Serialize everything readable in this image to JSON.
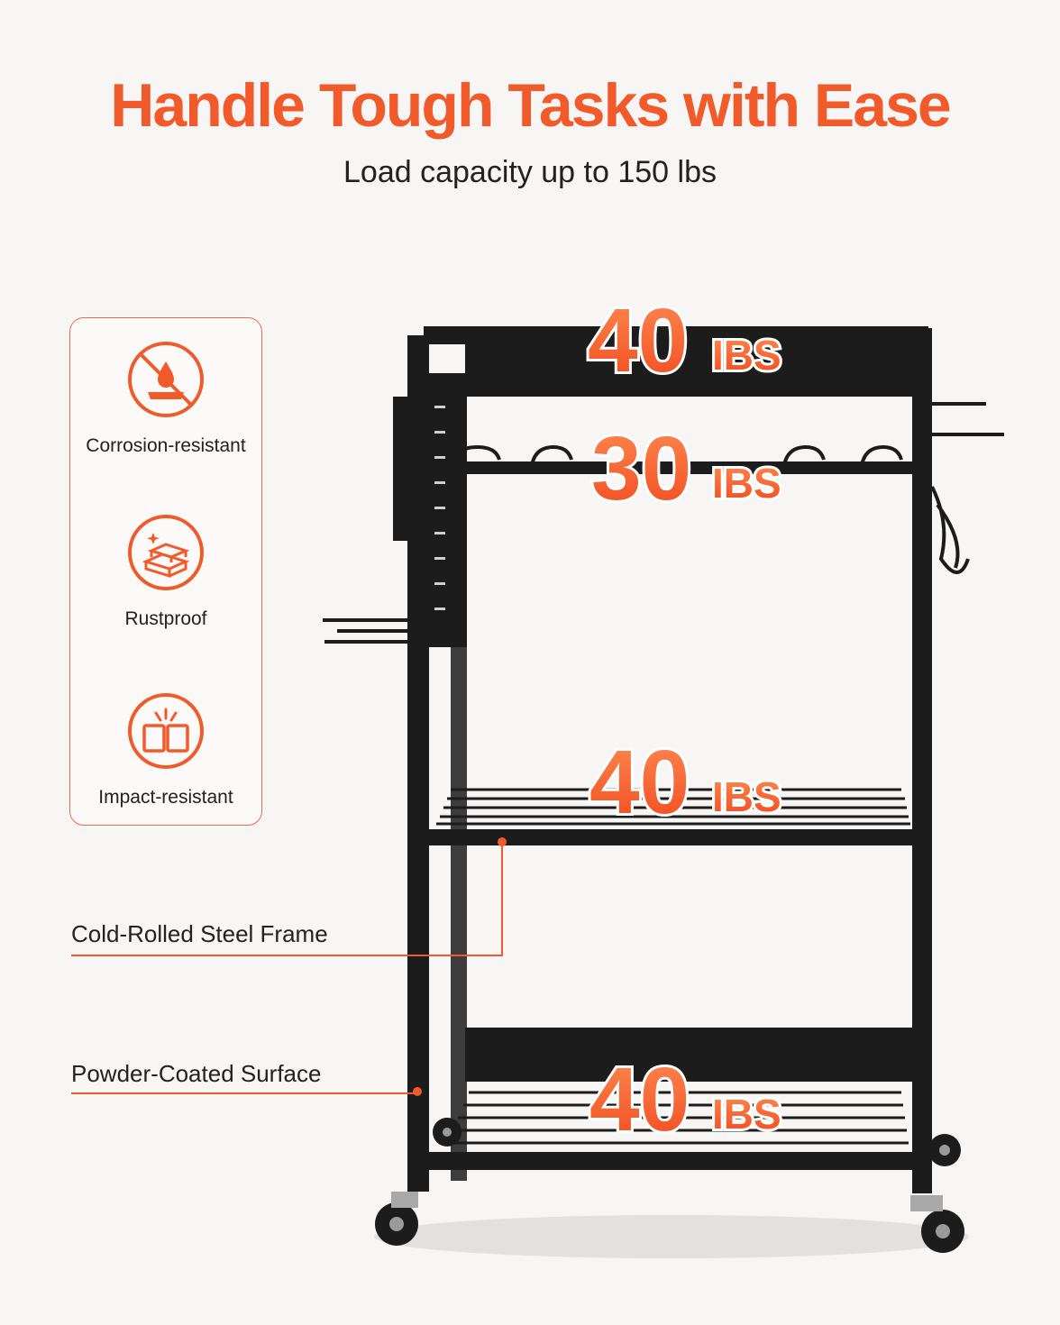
{
  "header": {
    "title": "Handle Tough Tasks with Ease",
    "subtitle": "Load capacity up to 150 lbs"
  },
  "colors": {
    "accent": "#f15a2b",
    "frame": "#1c1c1c",
    "background": "#f7f6f4"
  },
  "features": [
    {
      "label": "Corrosion-resistant",
      "icon": "no-water-drop-icon"
    },
    {
      "label": "Rustproof",
      "icon": "stacked-bars-icon"
    },
    {
      "label": "Impact-resistant",
      "icon": "impact-box-icon"
    }
  ],
  "callouts": [
    {
      "label": "Cold-Rolled Steel Frame"
    },
    {
      "label": "Powder-Coated Surface"
    }
  ],
  "loads": [
    {
      "value": "40",
      "unit": "IBS"
    },
    {
      "value": "30",
      "unit": "IBS"
    },
    {
      "value": "40",
      "unit": "IBS"
    },
    {
      "value": "40",
      "unit": "IBS"
    }
  ]
}
